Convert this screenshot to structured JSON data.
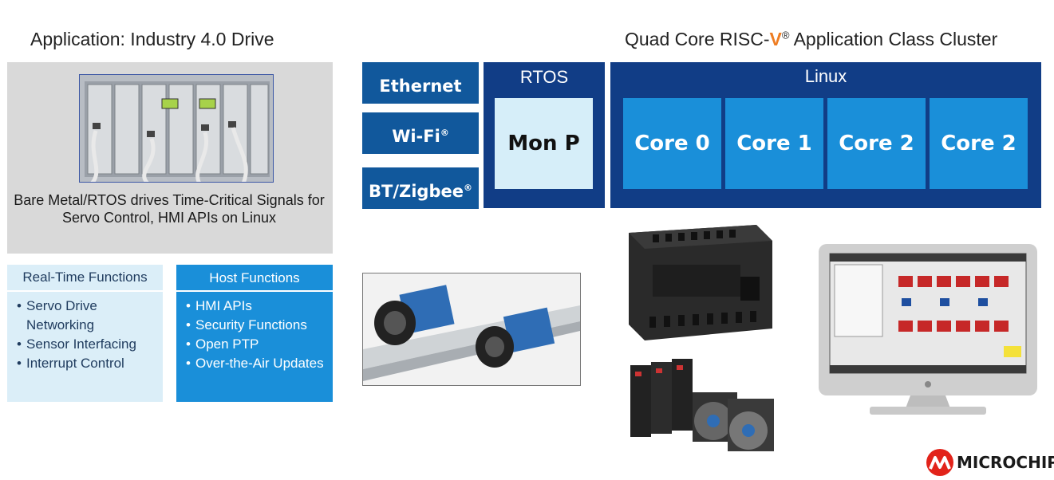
{
  "app": {
    "title": "Application: Industry 4.0 Drive",
    "caption": "Bare Metal/RTOS drives Time-Critical Signals for Servo Control, HMI APIs on Linux"
  },
  "cluster": {
    "title_prefix": "Quad Core RISC-",
    "title_v": "V",
    "title_reg": "®",
    "title_suffix": " Application Class Cluster"
  },
  "realtime": {
    "heading": "Real-Time Functions",
    "items": [
      "Servo Drive Networking",
      "Sensor Interfacing",
      "Interrupt Control"
    ]
  },
  "host": {
    "heading": "Host Functions",
    "items": [
      "HMI APIs",
      "Security Functions",
      "Open PTP",
      "Over-the-Air Updates"
    ]
  },
  "connectivity": [
    {
      "label": "Ethernet",
      "mark": ""
    },
    {
      "label": "Wi-Fi",
      "mark": "®"
    },
    {
      "label": "BT/Zigbee",
      "mark": "®"
    }
  ],
  "rtos": {
    "label": "RTOS",
    "monitor": "Mon P"
  },
  "linux": {
    "label": "Linux",
    "cores": [
      "Core 0",
      "Core 1",
      "Core 2",
      "Core 2"
    ]
  },
  "logo": {
    "text": "MICROCHIP"
  },
  "colors": {
    "dark_blue": "#113d86",
    "medium_blue": "#11589c",
    "bright_blue": "#1a8fd9",
    "light_blue": "#d6eef9",
    "orange": "#ee7d22",
    "logo_red": "#e2231a"
  },
  "icons": [
    "industrial-rack-photo",
    "machine-vision-camera-photo",
    "plc-module-photo",
    "servo-motor-photo",
    "hmi-monitor-icon",
    "microchip-logo"
  ]
}
